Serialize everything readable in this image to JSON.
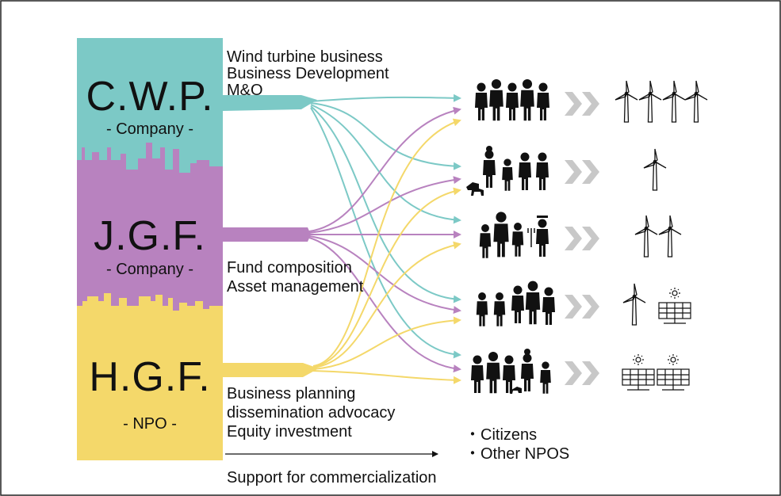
{
  "colors": {
    "teal": "#7cc9c6",
    "purple": "#b882bf",
    "yellow": "#f4d86a",
    "chevron": "#c8c8c8",
    "icon": "#111111"
  },
  "organizations": [
    {
      "abbr": "C.W.P.",
      "type": "- Company -",
      "color_key": "teal",
      "roles": [
        "Wind turbine business",
        "Business Development",
        "M&O"
      ]
    },
    {
      "abbr": "J.G.F.",
      "type": "- Company -",
      "color_key": "purple",
      "roles": [
        "Fund composition",
        "Asset management"
      ]
    },
    {
      "abbr": "H.G.F.",
      "type": "- NPO -",
      "color_key": "yellow",
      "roles": [
        "Business planning",
        "dissemination advocacy",
        "Equity investment"
      ]
    }
  ],
  "groups": [
    {
      "people": "group-1",
      "turbines": 4,
      "panels": 0
    },
    {
      "people": "group-2",
      "turbines": 1,
      "panels": 0
    },
    {
      "people": "group-3",
      "turbines": 2,
      "panels": 0
    },
    {
      "people": "group-4",
      "turbines": 1,
      "panels": 1
    },
    {
      "people": "group-5",
      "turbines": 0,
      "panels": 2
    }
  ],
  "bullets": [
    "・Citizens",
    "・Other NPOS"
  ],
  "support_label": "Support for commercialization",
  "icons": [
    "person-icon",
    "wind-turbine-icon",
    "solar-panel-icon",
    "chevron-icon",
    "dog-icon"
  ]
}
